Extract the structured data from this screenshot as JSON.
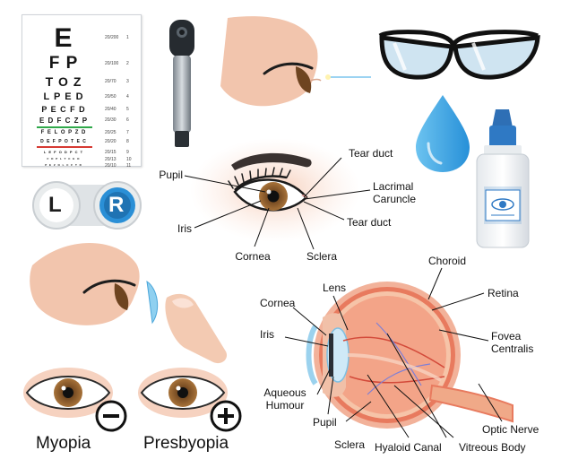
{
  "eye_chart": {
    "rows": [
      {
        "letters": "E",
        "size": 30,
        "acuity": "20/200"
      },
      {
        "letters": "F P",
        "size": 19,
        "acuity": "20/100"
      },
      {
        "letters": "T O Z",
        "size": 14,
        "acuity": "20/70"
      },
      {
        "letters": "L P E D",
        "size": 11,
        "acuity": "20/50"
      },
      {
        "letters": "P E C F D",
        "size": 9,
        "acuity": "20/40"
      },
      {
        "letters": "E D F C Z P",
        "size": 8,
        "acuity": "20/30"
      },
      {
        "letters": "F E L O P Z D",
        "size": 6,
        "acuity": "20/25"
      },
      {
        "letters": "D E F P O T E C",
        "size": 5,
        "acuity": "20/20"
      },
      {
        "letters": "L E F O D P C T",
        "size": 4,
        "acuity": "20/15"
      },
      {
        "letters": "F D P L T C E O",
        "size": 3,
        "acuity": "20/13"
      },
      {
        "letters": "P E Z O L C F T D",
        "size": 3,
        "acuity": "20/10"
      }
    ],
    "row_numbers": [
      "1",
      "2",
      "3",
      "4",
      "5",
      "6",
      "7",
      "8",
      "9",
      "10",
      "11"
    ],
    "green_line_color": "#2fa84a",
    "red_line_color": "#d63a33"
  },
  "contact_case": {
    "left": "L",
    "right": "R",
    "accent": "#2a8fd6"
  },
  "drop_color": "#3aa7e6",
  "skin_color": "#f2c5ad",
  "iris_color": "#8a5a2a",
  "front_eye_labels": {
    "pupil": "Pupil",
    "iris": "Iris",
    "cornea": "Cornea",
    "sclera": "Sclera",
    "tear_duct_top": "Tear duct",
    "lacrimal": "Lacrimal\nCaruncle",
    "tear_duct_bottom": "Tear duct"
  },
  "cross_section_labels": {
    "choroid": "Choroid",
    "retina": "Retina",
    "fovea": "Fovea\nCentralis",
    "optic_nerve": "Optic Nerve",
    "vitreous_body": "Vitreous Body",
    "hyaloid_canal": "Hyaloid Canal",
    "sclera": "Sclera",
    "pupil": "Pupil",
    "aqueous": "Aqueous\nHumour",
    "iris": "Iris",
    "cornea": "Cornea",
    "lens": "Lens"
  },
  "conditions": {
    "myopia": "Myopia",
    "presbyopia": "Presbyopia"
  }
}
